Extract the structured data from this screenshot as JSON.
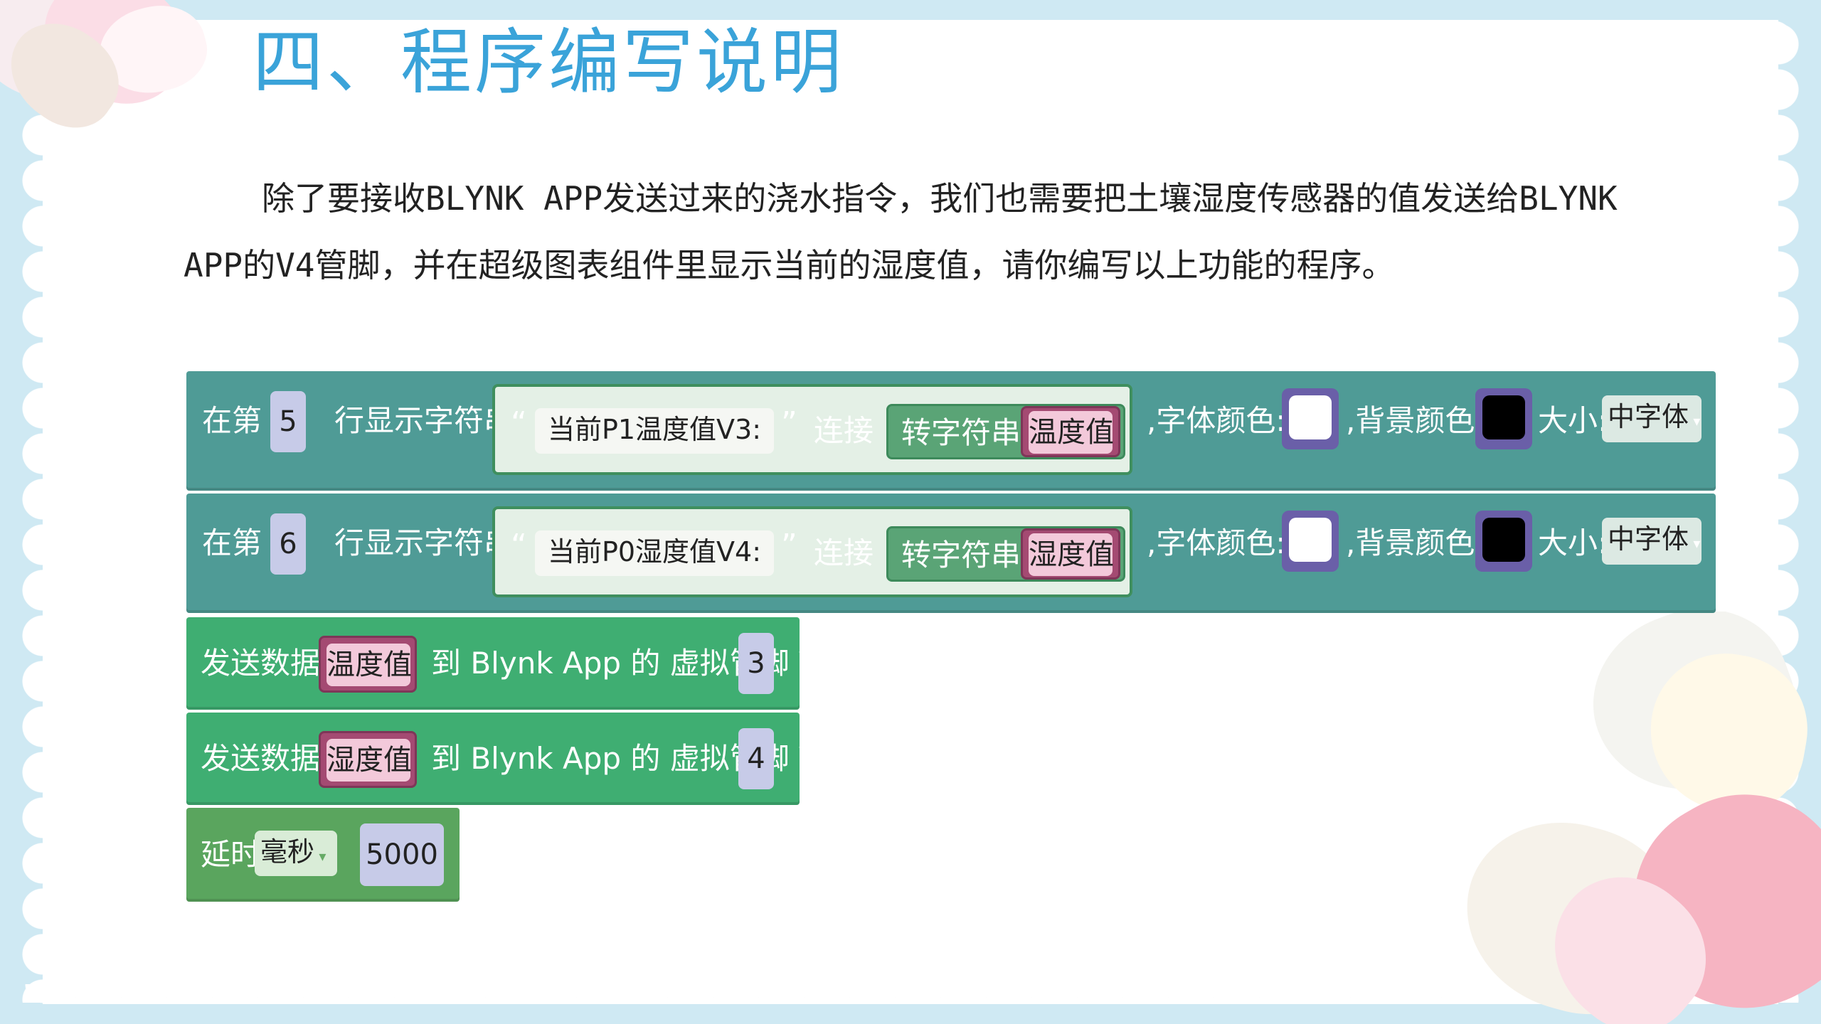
{
  "title": "四、程序编写说明",
  "paragraph": {
    "line1": "除了要接收BLYNK APP发送过来的浇水指令，我们也需要把土壤湿度传感器的值发送给BLYNK",
    "line2": "APP的V4管脚，并在超级图表组件里显示当前的湿度值，请你编写以上功能的程序。"
  },
  "blocks": {
    "display_rows": [
      {
        "prefix": "在第",
        "row": "5",
        "suffix": "行显示字符串",
        "string": "当前P1温度值V3:",
        "join": "连接",
        "convert": "转字符串",
        "variable": "温度值",
        "font_color_label": ",字体颜色:",
        "bg_color_label": ",背景颜色:",
        "size_label": "大小:",
        "size_value": "中字体"
      },
      {
        "prefix": "在第",
        "row": "6",
        "suffix": "行显示字符串",
        "string": "当前P0湿度值V4:",
        "join": "连接",
        "convert": "转字符串",
        "variable": "湿度值",
        "font_color_label": ",字体颜色:",
        "bg_color_label": ",背景颜色:",
        "size_label": "大小:",
        "size_value": "中字体"
      }
    ],
    "send_rows": [
      {
        "label": "发送数据",
        "variable": "温度值",
        "target": "到 Blynk App 的 虚拟管脚 V",
        "pin": "3"
      },
      {
        "label": "发送数据",
        "variable": "湿度值",
        "target": "到 Blynk App 的 虚拟管脚 V",
        "pin": "4"
      }
    ],
    "delay": {
      "label": "延时",
      "unit": "毫秒",
      "value": "5000"
    },
    "colors": {
      "font": "#ffffff",
      "background": "#000000"
    }
  }
}
